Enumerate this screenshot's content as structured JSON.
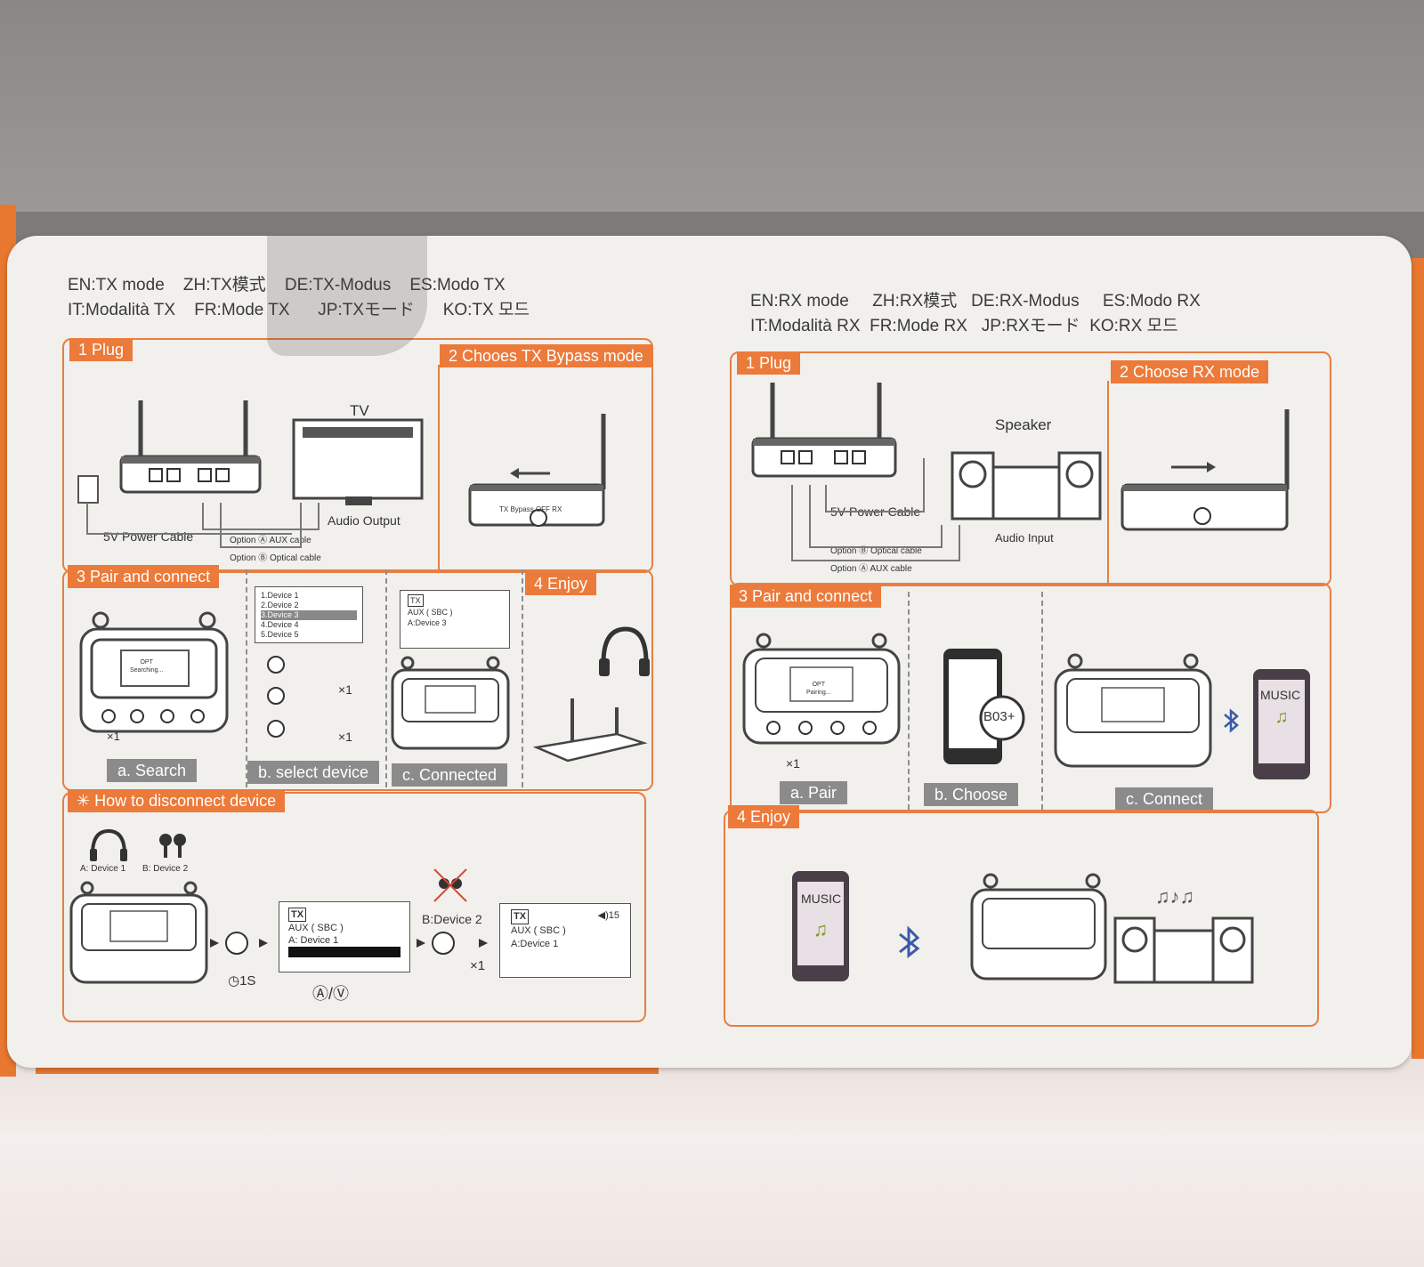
{
  "tx_header": {
    "line1": [
      "EN:TX mode",
      "ZH:TX模式",
      "DE:TX-Modus",
      "ES:Modo TX"
    ],
    "line2": [
      "IT:Modalità TX",
      "FR:Mode TX",
      "JP:TXモード",
      "KO:TX 모드"
    ]
  },
  "rx_header": {
    "line1": [
      "EN:RX mode",
      "ZH:RX模式",
      "DE:RX-Modus",
      "ES:Modo RX"
    ],
    "line2": [
      "IT:Modalità RX",
      "FR:Mode RX",
      "JP:RXモード",
      "KO:RX 모드"
    ]
  },
  "tx": {
    "plug_tab": "1 Plug",
    "bypass_tab": "2 Chooes TX Bypass mode",
    "tv_label": "TV",
    "audio_output": "Audio Output",
    "power_cable": "5V Power Cable",
    "option_aux": "Option Ⓐ AUX cable",
    "option_optical": "Option Ⓑ Optical cable",
    "pair_tab": "3 Pair and connect",
    "enjoy_tab": "4  Enjoy",
    "screen_searching": [
      "OPT",
      "Searching..."
    ],
    "device_list": [
      "1.Device 1",
      "2.Device 2",
      "3.Device 3",
      "4.Device 4",
      "5.Device 5"
    ],
    "times_one": "×1",
    "connected_screen": [
      "TX",
      "AUX ( SBC )",
      "A:Device 3"
    ],
    "cap_search": "a. Search",
    "cap_select": "b. select device",
    "cap_connected": "c. Connected",
    "switch_labels": [
      "TX",
      "Bypass",
      "OFF",
      "RX"
    ]
  },
  "disconnect": {
    "tab": "✳ How to disconnect device",
    "device_a": "A: Device 1",
    "device_b": "B: Device 2",
    "screen1": [
      "TX",
      "AUX ( SBC )",
      "A: Device 1"
    ],
    "hold": "1S",
    "arrows": "Ⓐ/Ⓥ",
    "b_device": "B:Device 2",
    "times_one": "×1",
    "screen2": [
      "TX",
      "AUX ( SBC )",
      "A:Device 1"
    ],
    "vol": "15"
  },
  "rx": {
    "plug_tab": "1 Plug",
    "mode_tab": "2 Choose RX mode",
    "speaker": "Speaker",
    "power_cable": "5V Power Cable",
    "audio_input": "Audio Input",
    "option_optical": "Option Ⓑ Optical cable",
    "option_aux": "Option Ⓐ AUX cable",
    "pair_tab": "3 Pair and connect",
    "screen_pairing": [
      "OPT",
      "Pairing..."
    ],
    "times_one": "×1",
    "b03": "B03+",
    "music": "MUSIC",
    "cap_pair": "a. Pair",
    "cap_choose": "b. Choose",
    "cap_connect": "c. Connect",
    "enjoy_tab": "4  Enjoy",
    "music2": "MUSIC"
  },
  "colors": {
    "accent": "#ec7a3a",
    "caption": "#8b8b8b",
    "card": "#f1f0ec"
  }
}
